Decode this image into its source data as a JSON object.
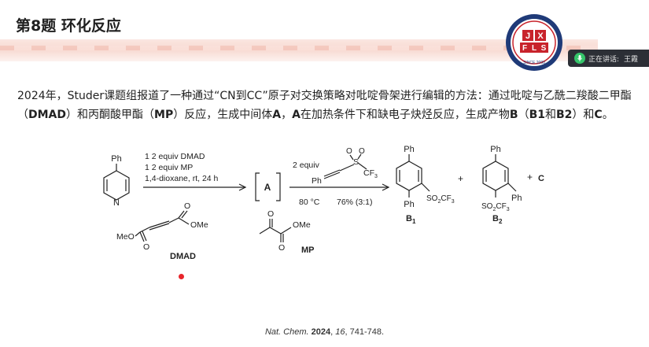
{
  "slide": {
    "title": "第8题 环化反应",
    "logo_letters": [
      "J",
      "X",
      "F",
      "L",
      "S"
    ],
    "logo_ring_text": "SINCE 2000"
  },
  "speaker": {
    "status": "正在讲话:",
    "name": "王霞",
    "icon": "microphone-icon"
  },
  "question": {
    "seg1": "2024年，Studer课题组报道了一种通过“CN到CC”原子对交换策略对吡啶骨架进行编辑的方法：通过吡啶与乙酰二羧酸二甲酯（",
    "dmad": "DMAD",
    "seg2": "）和丙酮酸甲酯（",
    "mp": "MP",
    "seg3": "）反应，生成中间体",
    "A1": "A",
    "seg4": "，",
    "A2": "A",
    "seg5": "在加热条件下和缺电子炔烃反应，生成产物",
    "B": "B",
    "seg6": "（",
    "B1": "B1",
    "seg7": "和",
    "B2": "B2",
    "seg8": "）和",
    "C": "C",
    "seg9": "。"
  },
  "scheme": {
    "start_ph": "Ph",
    "start_n": "N",
    "cond1": [
      "1 2 equiv DMAD",
      "1 2 equiv MP",
      "1,4-dioxane, rt, 24 h"
    ],
    "intermediate": "A",
    "alkyne_equiv": "2 equiv",
    "alkyne_ph": "Ph",
    "alkyne_s": "S",
    "alkyne_o1": "O",
    "alkyne_o2": "O",
    "alkyne_cf3": "CF",
    "alkyne_cf3_sub": "3",
    "temp": "80 °C",
    "yield": "76% (3:1)",
    "b1_ph_top": "Ph",
    "b1_ph_bottom": "Ph",
    "b1_so2": "SO",
    "b1_so2_sub": "2",
    "b1_cf3": "CF",
    "b1_cf3_sub": "3",
    "b1_label": "B",
    "b1_label_sub": "1",
    "plus1": "+",
    "b2_ph_top": "Ph",
    "b2_ph_side": "Ph",
    "b2_so2": "SO",
    "b2_so2_sub": "2",
    "b2_cf3": "CF",
    "b2_cf3_sub": "3",
    "b2_label": "B",
    "b2_label_sub": "2",
    "plus2": "+",
    "c_label": "C",
    "dmad_meo": "MeO",
    "dmad_ome": "OMe",
    "dmad_o_top": "O",
    "dmad_o_bottom": "O",
    "dmad_label": "DMAD",
    "mp_o_top": "O",
    "mp_ome": "OMe",
    "mp_o_bottom": "O",
    "mp_label": "MP"
  },
  "citation": {
    "journal": "Nat. Chem.",
    "year": "2024",
    "volume": "16",
    "pages": "741-748."
  },
  "colors": {
    "band": "#f7d5cc",
    "logo_red": "#c8232b",
    "logo_navy": "#1f3a78",
    "pointer": "#e8252b"
  }
}
